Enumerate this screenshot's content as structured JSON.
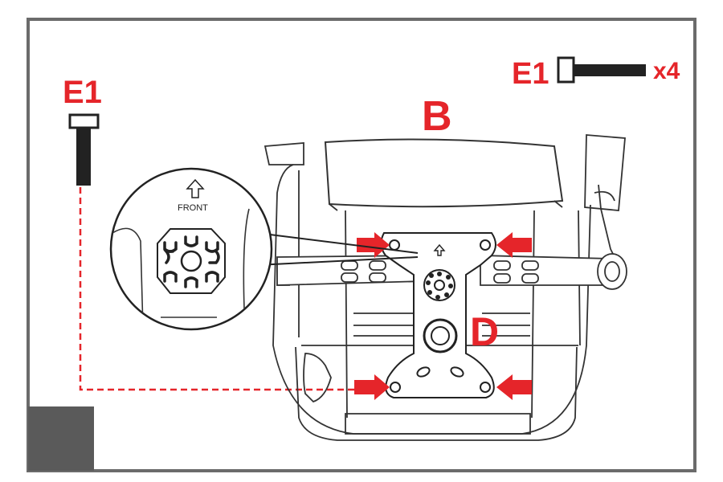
{
  "labels": {
    "screw_left": "E1",
    "screw_right": "E1",
    "quantity": "x4",
    "seat": "B",
    "plate": "D",
    "front": "FRONT"
  },
  "colors": {
    "accent": "#e5252a",
    "frame": "#6b6b6b",
    "line": "#333333",
    "corner_block": "#5a5a5a"
  },
  "icons": [
    "screw-icon",
    "arrow-icon",
    "front-arrow-icon"
  ]
}
